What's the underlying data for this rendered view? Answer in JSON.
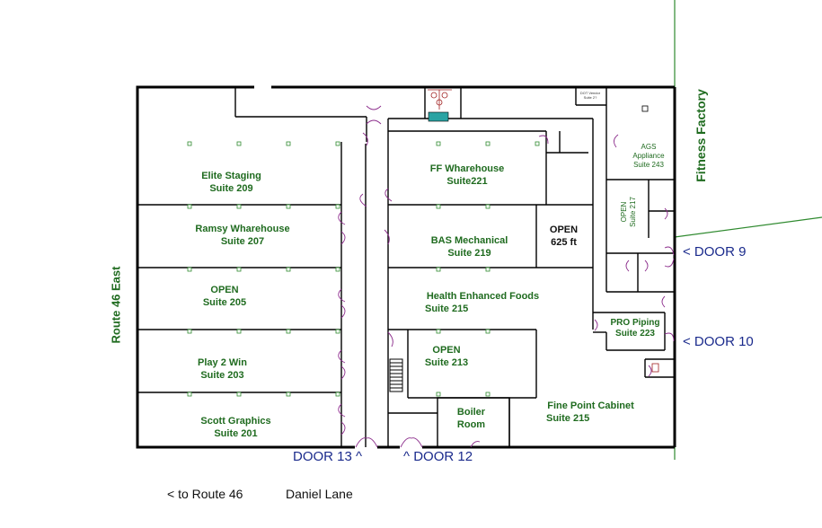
{
  "map": {
    "streets": {
      "left": "Route 46 East",
      "right": "Fitness Factory"
    },
    "suites": [
      {
        "name": "Elite Staging",
        "suite": "Suite 209"
      },
      {
        "name": "Ramsy Wharehouse",
        "suite": "Suite 207"
      },
      {
        "name": "OPEN",
        "suite": "Suite 205"
      },
      {
        "name": "Play 2 Win",
        "suite": "Suite 203"
      },
      {
        "name": "Scott Graphics",
        "suite": "Suite 201"
      },
      {
        "name": "FF Wharehouse",
        "suite": "Suite221"
      },
      {
        "name": "BAS Mechanical",
        "suite": "Suite 219"
      },
      {
        "name": "OPEN",
        "suite": "625 ft"
      },
      {
        "name": "Health Enhanced Foods",
        "suite": "Suite 215"
      },
      {
        "name": "OPEN",
        "suite": "Suite 213"
      },
      {
        "name": "Boiler",
        "suite": "Room"
      },
      {
        "name": "Fine Point Cabinet",
        "suite": "Suite 215"
      },
      {
        "name": "AGS",
        "suite": "Appliance",
        "extra": "Suite 243"
      },
      {
        "name": "OPEN",
        "suite": "Suite 217"
      },
      {
        "name": "PRO Piping",
        "suite": "Suite 223"
      }
    ],
    "tiny_label": [
      "DOT Vendor",
      "Suite 2?"
    ],
    "doors": {
      "door9": "< DOOR 9",
      "door10": "< DOOR 10",
      "door13": "DOOR 13 ^",
      "door12": "^ DOOR 12"
    },
    "footer": {
      "route": "< to Route 46",
      "lane": "Daniel Lane"
    },
    "colors": {
      "label_green": "#1f6b1f",
      "door_blue": "#1a2a8c",
      "wall": "#000000",
      "door_swing": "#8a2a8a",
      "fixture": "#2f8a2f"
    }
  }
}
